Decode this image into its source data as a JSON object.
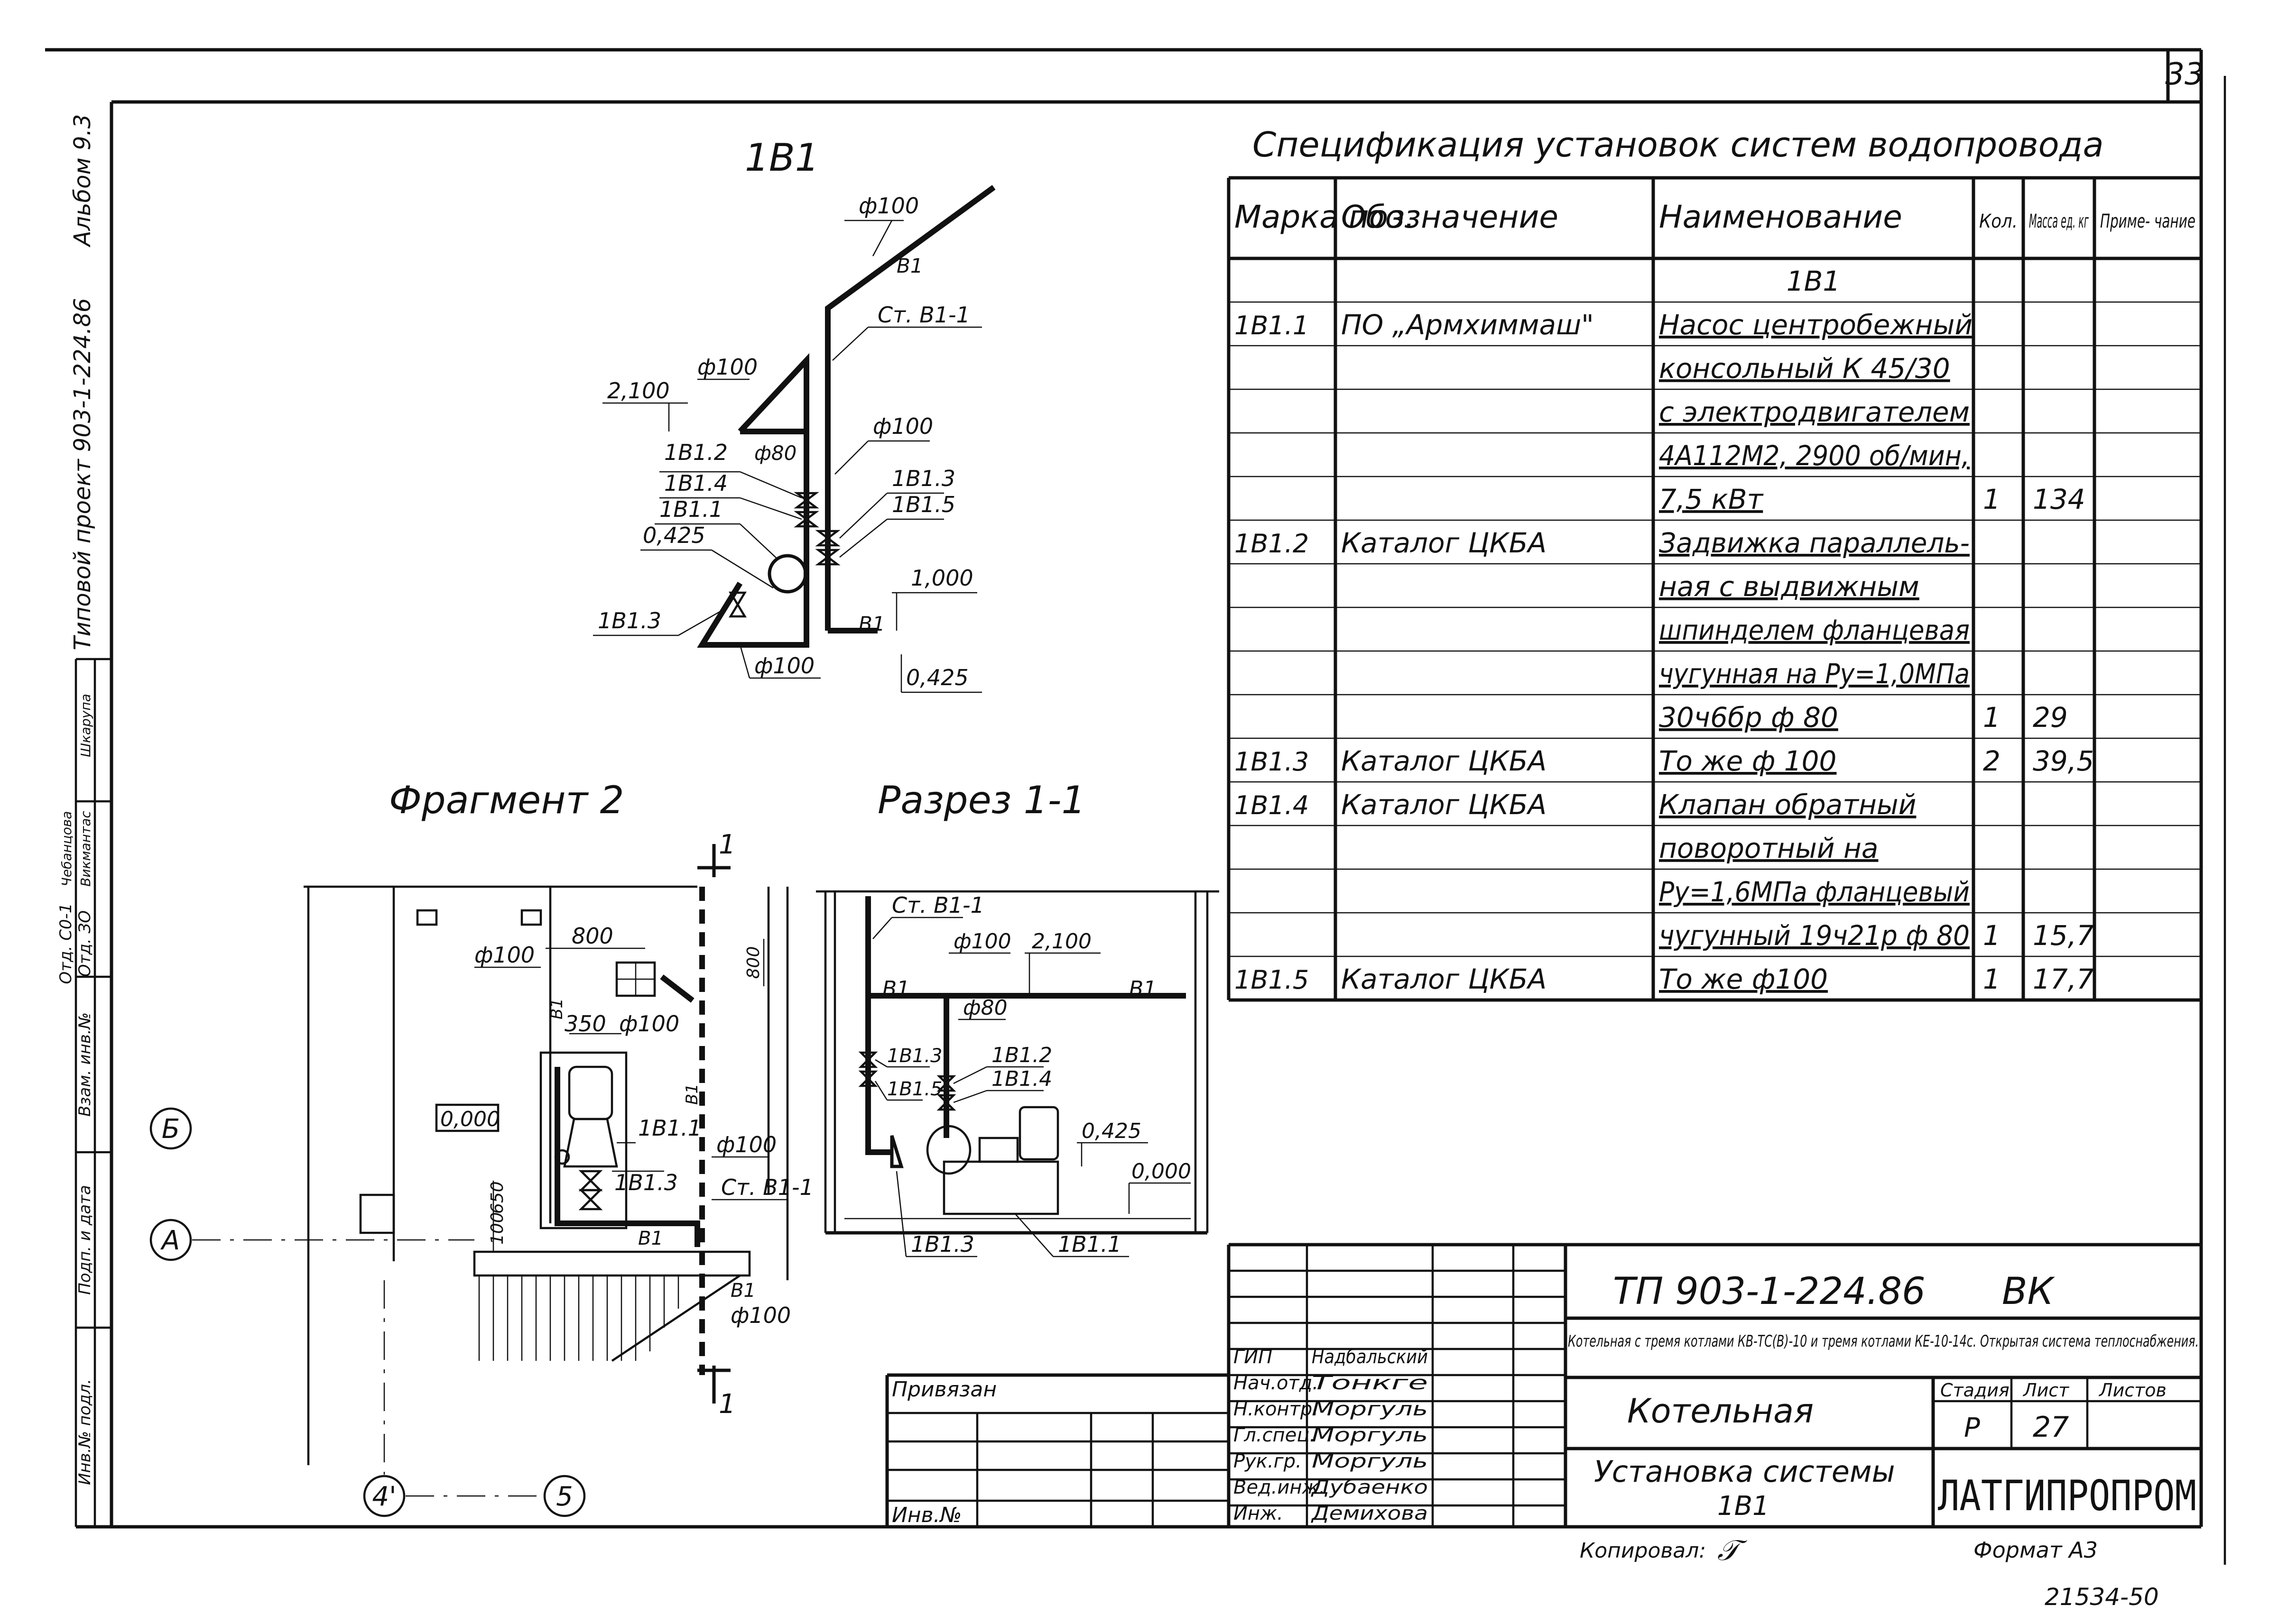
{
  "sheet": {
    "page_number": "33",
    "album_label": "Альбом 9.3",
    "project_vertical": "Типовой проект 903-1-224.86",
    "doc_number_bottom": "21534-50",
    "copied": "Копировал:",
    "copied_sign": "𝒯",
    "format": "Формат А3",
    "privyazan": "Привязан",
    "inv_no": "Инв.№",
    "left_stamp": [
      "Инв.№ подл.",
      "Подп. и дата",
      "Взам. инв.№",
      "Отд. С0-1",
      "Отд. ЗО",
      "Чебанцова",
      "Викмантас",
      "Шкарупа"
    ]
  },
  "spec": {
    "title": "Спецификация установок систем водопровода",
    "headers": [
      "Марка поз.",
      "Обозначение",
      "Наименование",
      "Кол.",
      "Масса ед. кг",
      "Приме- чание"
    ],
    "rows": [
      [
        "",
        "",
        "1В1",
        "",
        "",
        ""
      ],
      [
        "1В1.1",
        "ПО „Армхиммаш\"",
        "Насос центробежный",
        "",
        "",
        ""
      ],
      [
        "",
        "",
        "консольный К 45/30",
        "",
        "",
        ""
      ],
      [
        "",
        "",
        "с электродвигателем",
        "",
        "",
        ""
      ],
      [
        "",
        "",
        "4А112М2, 2900 об/мин,",
        "",
        "",
        ""
      ],
      [
        "",
        "",
        "7,5 кВт",
        "1",
        "134",
        ""
      ],
      [
        "1В1.2",
        "Каталог ЦКБА",
        "Задвижка параллель-",
        "",
        "",
        ""
      ],
      [
        "",
        "",
        "ная с выдвижным",
        "",
        "",
        ""
      ],
      [
        "",
        "",
        "шпинделем фланцевая",
        "",
        "",
        ""
      ],
      [
        "",
        "",
        "чугунная на Ру=1,0МПа",
        "",
        "",
        ""
      ],
      [
        "",
        "",
        "30ч6бр  ф 80",
        "1",
        "29",
        ""
      ],
      [
        "1В1.3",
        "Каталог ЦКБА",
        "То же    ф 100",
        "2",
        "39,5",
        ""
      ],
      [
        "1В1.4",
        "Каталог ЦКБА",
        "Клапан обратный",
        "",
        "",
        ""
      ],
      [
        "",
        "",
        "поворотный на",
        "",
        "",
        ""
      ],
      [
        "",
        "",
        "Ру=1,6МПа фланцевый",
        "",
        "",
        ""
      ],
      [
        "",
        "",
        "чугунный 19ч21р ф 80",
        "1",
        "15,7",
        ""
      ],
      [
        "1В1.5",
        "Каталог ЦКБА",
        "То же       ф100",
        "1",
        "17,7",
        ""
      ]
    ]
  },
  "axon": {
    "title": "1В1",
    "labels": {
      "d100_top": "ф100",
      "b1": "В1",
      "st_b1": "Ст. В1-1",
      "d100_left": "ф100",
      "lvl_2100": "2,100",
      "p12": "1В1.2",
      "d80": "ф80",
      "d100_right": "ф100",
      "p14": "1В1.4",
      "p11": "1В1.1",
      "lvl_0425": "0,425",
      "p13_right": "1В1.3",
      "p15": "1В1.5",
      "lvl_1000": "1,000",
      "b1_low": "В1",
      "p13_left": "1В1.3",
      "d100_bottom": "ф100",
      "lvl_0425_b": "0,425"
    }
  },
  "fragment": {
    "title": "Фрагмент 2",
    "labels": {
      "d100_a": "ф100",
      "dim_800": "800",
      "dim_800v": "800",
      "dim_350": "350",
      "d100_b": "ф100",
      "b1_v": "В1",
      "b1_v2": "В1",
      "lvl_0000": "0,000",
      "p11": "1В1.1",
      "p13": "1В1.3",
      "d100_c": "ф100",
      "st_b1": "Ст. В1-1",
      "dim_650": "650",
      "dim_100": "100",
      "b1_h": "В1",
      "b1_h2": "В1",
      "d100_d": "ф100",
      "cut_1": "1",
      "cut_1b": "1",
      "axis_b": "Б",
      "axis_a": "А",
      "axis_4": "4'",
      "axis_5": "5"
    }
  },
  "section": {
    "title": "Разрез 1-1",
    "labels": {
      "st_b1": "Ст. В1-1",
      "d100": "ф100",
      "lvl_2100": "2,100",
      "b1_l": "В1",
      "b1_r": "В1",
      "d80": "ф80",
      "p13": "1В1.3",
      "p12": "1В1.2",
      "p14": "1В1.4",
      "p15": "1В1.5",
      "lvl_0425": "0,425",
      "lvl_0000": "0,000",
      "p13_b": "1В1.3",
      "p11_b": "1В1.1"
    }
  },
  "title_block": {
    "code": "ТП 903-1-224.86",
    "mark": "ВК",
    "object": "Котельная с тремя котлами КВ-ТС(В)-10 и тремя котлами КЕ-10-14с. Открытая система теплоснабжения.",
    "building": "Котельная",
    "sheet_name_1": "Установка системы",
    "sheet_name_2": "1В1",
    "org": "ЛАТГИПРОПРОМ",
    "stage_label": "Стадия",
    "sheet_label": "Лист",
    "sheets_label": "Листов",
    "stage": "Р",
    "sheet": "27",
    "sheets": "",
    "people": [
      [
        "ГИП",
        "Надбальский"
      ],
      [
        "Нач.отд.",
        "Тонкге"
      ],
      [
        "Н.контр.",
        "Моргуль"
      ],
      [
        "Гл.спец.",
        "Моргуль"
      ],
      [
        "Рук.гр.",
        "Моргуль"
      ],
      [
        "Вед.инж.",
        "Дубаенко"
      ],
      [
        "Инж.",
        "Демихова"
      ]
    ]
  }
}
